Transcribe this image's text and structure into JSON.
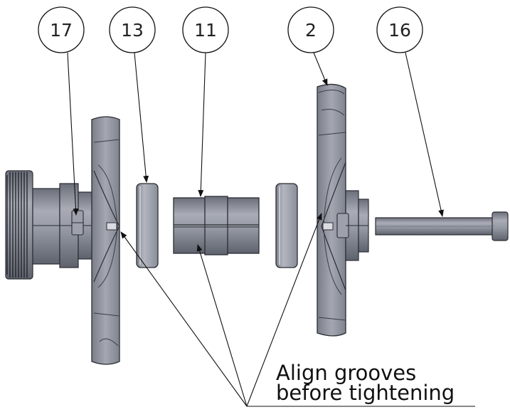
{
  "balloons": {
    "b17": "17",
    "b13": "13",
    "b11": "11",
    "b2": "2",
    "b16": "16"
  },
  "note": {
    "line1": "Align grooves",
    "line2": "before tightening"
  },
  "colors": {
    "part_fill": "#8f939f",
    "part_light": "#b9bcc6",
    "part_dark": "#5d616c",
    "outline": "#2a2c33",
    "leader": "#111111"
  }
}
